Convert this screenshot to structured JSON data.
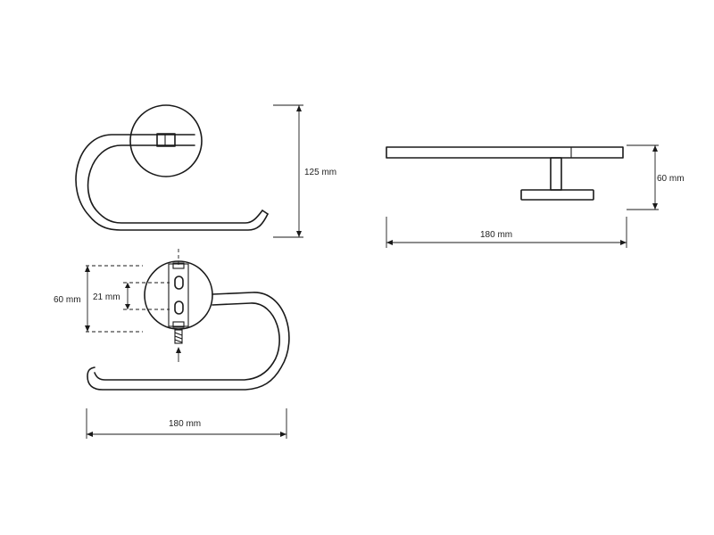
{
  "colors": {
    "line": "#1a1a1a",
    "text": "#222222",
    "background": "#ffffff"
  },
  "dimensions": {
    "top_view_height": "125 mm",
    "side_view_depth": "60 mm",
    "side_view_length": "180 mm",
    "front_view_plate_height": "60 mm",
    "front_view_hole_spacing": "21 mm",
    "front_view_length": "180 mm"
  },
  "icons": {
    "mounting_screw": "screw-icon",
    "insertion_arrow": "arrow-up-icon"
  }
}
